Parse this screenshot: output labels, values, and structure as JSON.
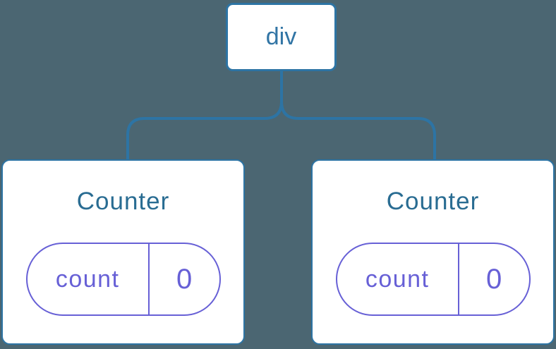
{
  "colors": {
    "background": "#4B6672",
    "stroke_blue": "#2D74A4",
    "root_text": "#3275A5",
    "component_text": "#296C92",
    "state_purple": "#6760D6",
    "card_bg": "#FFFFFF"
  },
  "tree": {
    "root": {
      "label": "div"
    },
    "children": [
      {
        "title": "Counter",
        "state": {
          "key": "count",
          "value": "0"
        }
      },
      {
        "title": "Counter",
        "state": {
          "key": "count",
          "value": "0"
        }
      }
    ]
  }
}
